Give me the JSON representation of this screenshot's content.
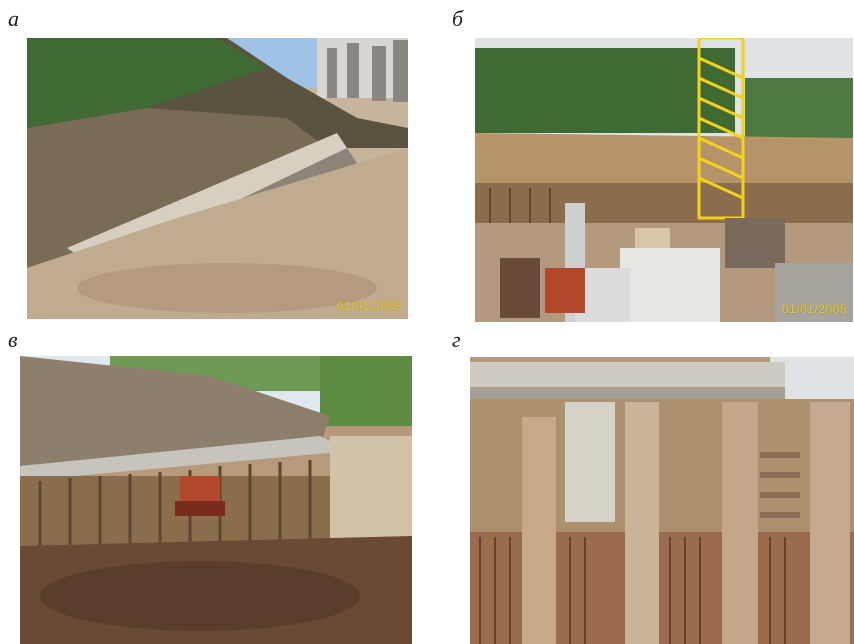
{
  "panels": [
    {
      "label": "а",
      "timestamp": "01/01/2005",
      "subject": "excavated-slope-with-retaining-beam"
    },
    {
      "label": "б",
      "timestamp": "01/01/2005",
      "subject": "foundation-pit-with-tower-crane"
    },
    {
      "label": "в",
      "timestamp": "",
      "subject": "deep-excavation-with-pile-wall"
    },
    {
      "label": "г",
      "timestamp": "",
      "subject": "bored-piles-and-capping-beam"
    }
  ],
  "colors": {
    "sky": "#9ec3e6",
    "soil": "#b7936a",
    "dark_soil": "#5d4632",
    "vegetation": "#3f6a34",
    "crane": "#f2d21b",
    "concrete": "#c9c5bd"
  }
}
